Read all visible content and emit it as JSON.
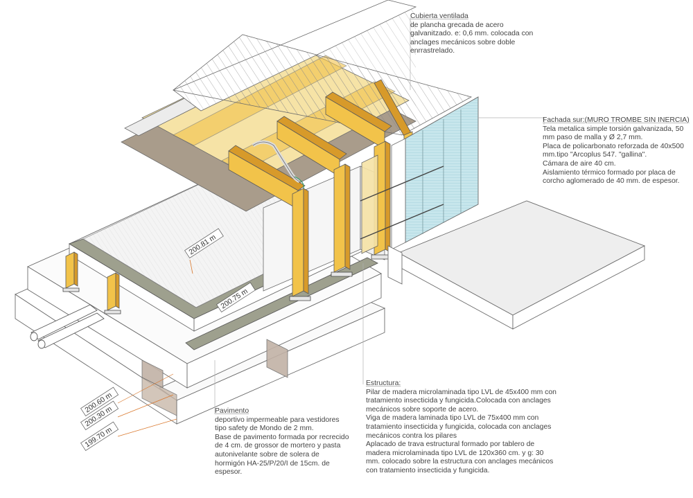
{
  "annotations": {
    "cubierta": {
      "title": "Cubierta ventilada",
      "lines": [
        "de plancha grecada de acero",
        "galvanitzado. e: 0,6 mm. colocada con",
        "anclages mecánicos  sobre doble",
        "enrrastrelado."
      ]
    },
    "fachada": {
      "title": "Fachada sur:(MURO TROMBE SIN INERCIA)",
      "lines": [
        "Tela metalica simple torsión galvanizada, 50",
        "mm paso de malla y Ø 2,7 mm.",
        "Placa de policarbonato reforzada de 40x500",
        "mm.tipo \"Arcoplus 547. \"gallina\".",
        "Cámara de aire 40 cm.",
        "Aislamiento térmico formado por placa de",
        "corcho aglomerado de 40 mm. de espesor."
      ]
    },
    "estructura": {
      "title": "Estructura:",
      "lines": [
        "Pilar de madera microlaminada tipo LVL de 45x400 mm con",
        "tratamiento insecticida y fungicida.Colocada con anclages",
        "mecánicos sobre soporte de acero.",
        "Viga de madera laminada tipo LVL de 75x400 mm con",
        "tratamiento insecticida y fungicida, colocada con anclages",
        "mecánicos contra los pilares",
        "Aplacado de trava estructural formado por tablero de",
        "madera microlaminada tipo LVL de 120x360 cm. y  g: 30",
        "mm. colocado sobre la estructura con anclages mecánicos",
        "con tratamiento insecticida y fungicida."
      ]
    },
    "pavimento": {
      "title": "Pavimento",
      "lines": [
        "deportivo impermeable para vestidores",
        "tipo safety de Mondo de 2 mm.",
        "Base de pavimento formada por recrecido",
        "de 4 cm. de grossor de mortero y pasta",
        "autonivelante sobre de solera de",
        "hormigón HA-25/P/20/I de 15cm. de",
        "espesor."
      ]
    }
  },
  "levels": {
    "floor_upper": "200.81 m",
    "floor_lower": "200.75 m",
    "base_1": "200.60 m",
    "base_2": "200.30 m",
    "base_3": "199.70 m"
  },
  "colors": {
    "wood": "#f2c34a",
    "wood_light": "#f6e3a6",
    "wood_dark": "#d79a2a",
    "board_brown": "#a99c8b",
    "green_band": "#9ea08e",
    "glass": "#c7e6ec",
    "line": "#5a5a5a"
  }
}
